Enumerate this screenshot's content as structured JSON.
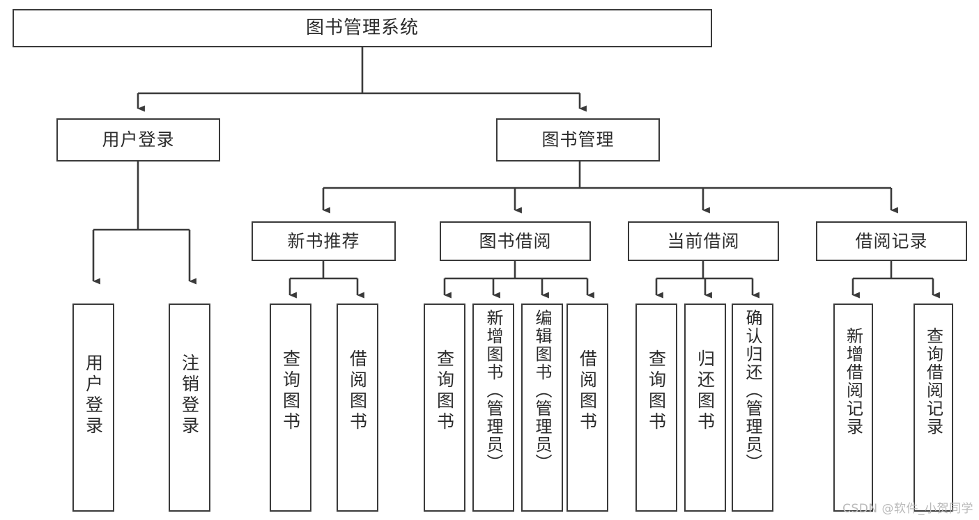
{
  "diagram": {
    "title": "图书管理系统",
    "type": "tree-hierarchy-chart",
    "root": {
      "label": "图书管理系统"
    },
    "level2": [
      {
        "label": "用户登录"
      },
      {
        "label": "图书管理"
      }
    ],
    "level3": [
      {
        "label": "新书推荐"
      },
      {
        "label": "图书借阅"
      },
      {
        "label": "当前借阅"
      },
      {
        "label": "借阅记录"
      }
    ],
    "leaves": [
      {
        "label": "用户登录"
      },
      {
        "label": "注销登录"
      },
      {
        "label": "查询图书"
      },
      {
        "label": "借阅图书"
      },
      {
        "label": "查询图书"
      },
      {
        "label": "新增图书（管理员）"
      },
      {
        "label": "编辑图书（管理员）"
      },
      {
        "label": "借阅图书"
      },
      {
        "label": "查询图书"
      },
      {
        "label": "归还图书"
      },
      {
        "label": "确认归还（管理员）"
      },
      {
        "label": "新增借阅记录"
      },
      {
        "label": "查询借阅记录"
      }
    ]
  },
  "watermark": {
    "text": "CSDN @软件_小贺同学"
  },
  "colors": {
    "stroke": "#3a3a3a",
    "fill": "#ffffff",
    "text": "#2b2b2b",
    "watermark": "#b9b9b9"
  }
}
